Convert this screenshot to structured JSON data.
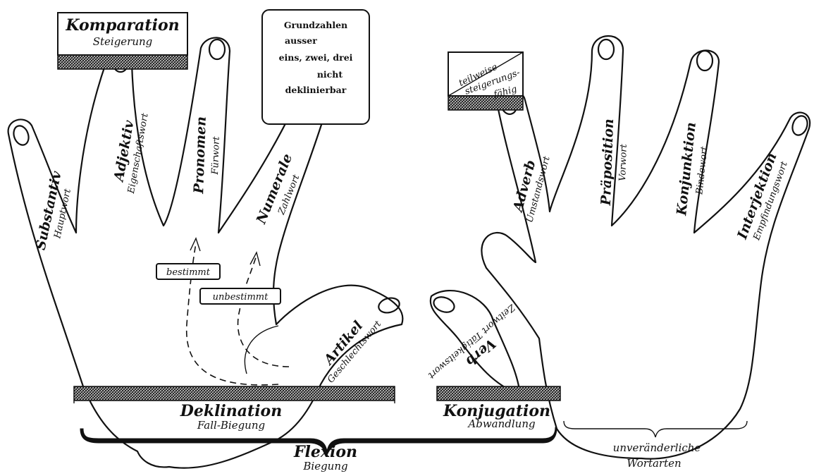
{
  "fingers": [
    {
      "name": "Substantiv",
      "sub": "Hauptwort"
    },
    {
      "name": "Adjektiv",
      "sub": "Eigenschaftswort"
    },
    {
      "name": "Pronomen",
      "sub": "Fürwort"
    },
    {
      "name": "Numerale",
      "sub": "Zahlwort"
    },
    {
      "name": "Artikel",
      "sub": "Geschlechtswort"
    },
    {
      "name": "Verb",
      "sub": "Zeitwort Tätigkeitswort"
    },
    {
      "name": "Adverb",
      "sub": "Umstandswort"
    },
    {
      "name": "Präposition",
      "sub": "Vorwort"
    },
    {
      "name": "Konjunktion",
      "sub": "Bindewort"
    },
    {
      "name": "Interjektion",
      "sub": "Empfindungswort"
    }
  ],
  "boxes": {
    "komparation": {
      "title": "Komparation",
      "sub": "Steigerung"
    },
    "grundzahlen": {
      "line1": "Grundzahlen",
      "line2": "ausser",
      "line3": "eins, zwei, drei",
      "line4": "nicht",
      "line5": "deklinierbar"
    },
    "teilweise": {
      "line1": "teilweise",
      "line2": "steigerungs-",
      "line3": "fähig"
    }
  },
  "tags": {
    "bestimmt": "bestimmt",
    "unbestimmt": "unbestimmt"
  },
  "bars": {
    "deklination": {
      "title": "Deklination",
      "sub": "Fall-Biegung"
    },
    "konjugation": {
      "title": "Konjugation",
      "sub": "Abwandlung"
    },
    "flexion": {
      "title": "Flexion",
      "sub": "Biegung"
    },
    "unveraenderlich": {
      "line1": "unveränderliche",
      "line2": "Wortarten"
    }
  }
}
